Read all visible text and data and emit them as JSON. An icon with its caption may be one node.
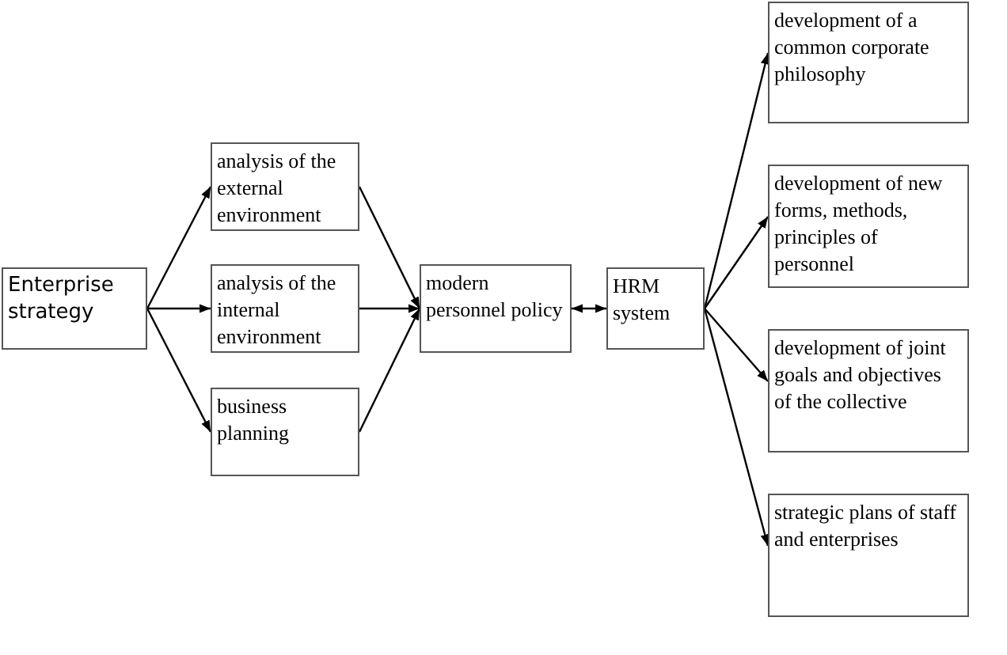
{
  "diagram": {
    "nodes": [
      {
        "text": [
          "Enterprise strategy"
        ]
      },
      {
        "text": [
          "analysis of the external environment"
        ]
      },
      {
        "text": [
          "analysis of the internal environment"
        ]
      },
      {
        "text": [
          "business planning"
        ]
      },
      {
        "text": [
          "modern personnel policy"
        ]
      },
      {
        "text": [
          "HRM system"
        ]
      },
      {
        "text": [
          "development of a common corporate philosophy"
        ]
      },
      {
        "text": [
          "development of new forms, methods, principles of personnel"
        ]
      },
      {
        "text": [
          "development of joint goals and objectives of the collective"
        ]
      },
      {
        "text": [
          "strategic plans of staff and enterprises"
        ]
      }
    ],
    "edges": [
      {
        "from": 0,
        "to": 1,
        "arrow": "to"
      },
      {
        "from": 0,
        "to": 2,
        "arrow": "to"
      },
      {
        "from": 0,
        "to": 3,
        "arrow": "to"
      },
      {
        "from": 1,
        "to": 4,
        "arrow": "to"
      },
      {
        "from": 2,
        "to": 4,
        "arrow": "to"
      },
      {
        "from": 3,
        "to": 4,
        "arrow": "to"
      },
      {
        "from": 4,
        "to": 5,
        "arrow": "both"
      },
      {
        "from": 5,
        "to": 6,
        "arrow": "to"
      },
      {
        "from": 5,
        "to": 7,
        "arrow": "to"
      },
      {
        "from": 5,
        "to": 8,
        "arrow": "to"
      },
      {
        "from": 5,
        "to": 9,
        "arrow": "to"
      }
    ]
  }
}
